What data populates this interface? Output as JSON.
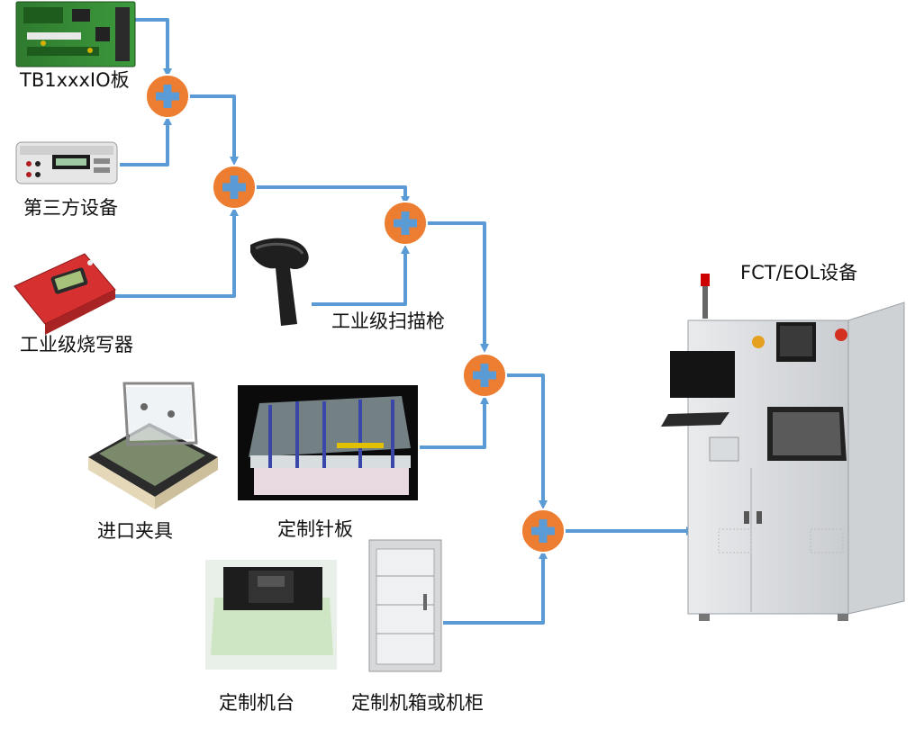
{
  "labels": {
    "io_board": "TB1xxxIO板",
    "third_party": "第三方设备",
    "programmer": "工业级烧写器",
    "scanner": "工业级扫描枪",
    "imported_fixture": "进口夹具",
    "custom_needle_plate": "定制针板",
    "custom_machine_table": "定制机台",
    "custom_cabinet": "定制机箱或机柜",
    "fct_eol": "FCT/EOL设备"
  },
  "icons": {
    "combine": "plus-circle-icon"
  },
  "colors": {
    "connector": "#5B9BD5",
    "plus_circle": "#ED7D31",
    "plus_sign": "#5B9BD5",
    "plus_ring": "#ffffff"
  }
}
